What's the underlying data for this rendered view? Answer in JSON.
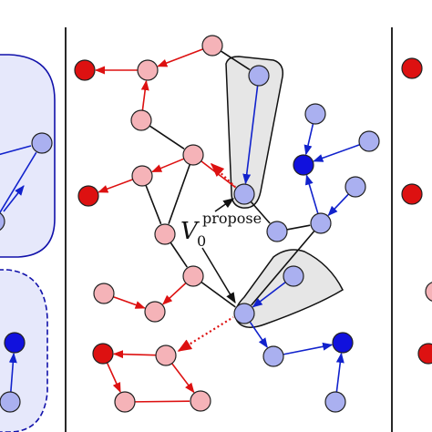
{
  "label": {
    "main": "V",
    "sub": "0",
    "sup": "propose"
  },
  "colors": {
    "red_dark": "#dd1111",
    "red_light": "#f5b3b8",
    "blue_dark": "#1111dd",
    "blue_light": "#aab0f0",
    "edge_red": "#dd1111",
    "edge_blue": "#1122cc",
    "edge_black": "#111111",
    "hull_gray": "#e6e6e6",
    "hull_blue": "#e6e8fb",
    "divider": "#111111"
  },
  "icons": [
    "arrow-head-icon"
  ]
}
